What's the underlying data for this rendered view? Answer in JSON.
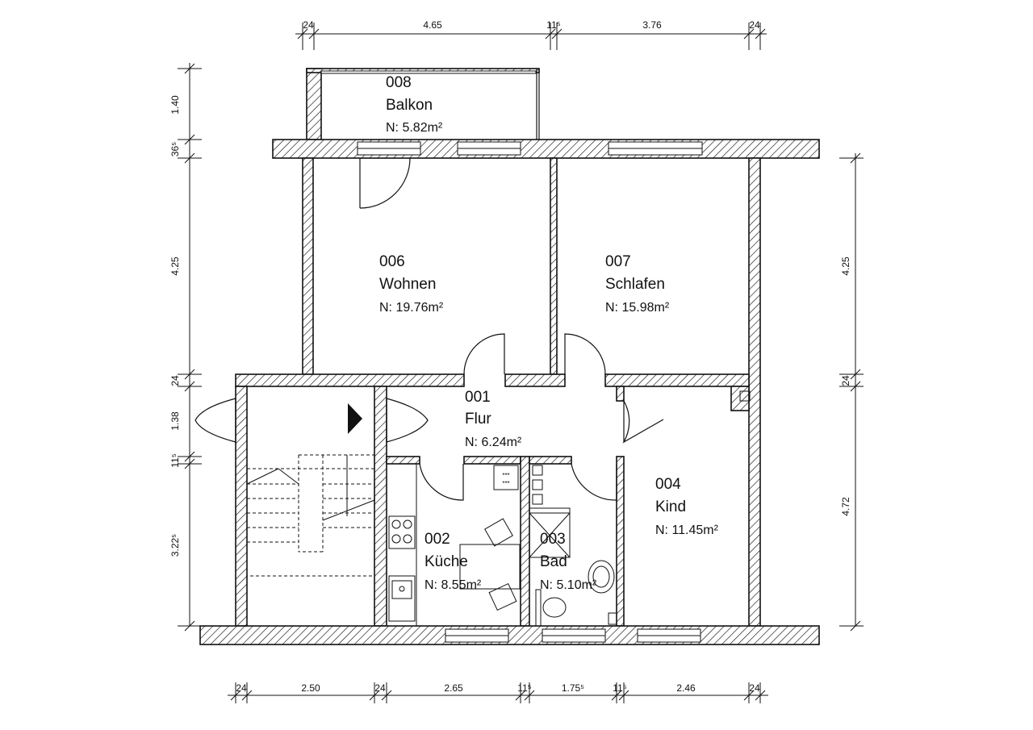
{
  "rooms": {
    "balkon": {
      "number": "008",
      "name": "Balkon",
      "area": "N:  5.82m²"
    },
    "wohnen": {
      "number": "006",
      "name": "Wohnen",
      "area": "N:  19.76m²"
    },
    "schlafen": {
      "number": "007",
      "name": "Schlafen",
      "area": "N:  15.98m²"
    },
    "flur": {
      "number": "001",
      "name": "Flur",
      "area": "N:  6.24m²"
    },
    "kind": {
      "number": "004",
      "name": "Kind",
      "area": "N:  11.45m²"
    },
    "kueche": {
      "number": "002",
      "name": "Küche",
      "area": "N:  8.55m²"
    },
    "bad": {
      "number": "003",
      "name": "Bad",
      "area": "N:  5.10m²"
    }
  },
  "dimensions": {
    "top": [
      "24",
      "4.65",
      "11⁵",
      "3.76",
      "24"
    ],
    "bottom": [
      "24",
      "2.50",
      "24",
      "2.65",
      "11⁵",
      "1.75⁵",
      "11⁵",
      "2.46",
      "24"
    ],
    "left": [
      "1.40",
      "36⁵",
      "4.25",
      "24",
      "1.38",
      "11⁵",
      "3.22⁵"
    ],
    "right": [
      "4.25",
      "24",
      "4.72"
    ]
  }
}
